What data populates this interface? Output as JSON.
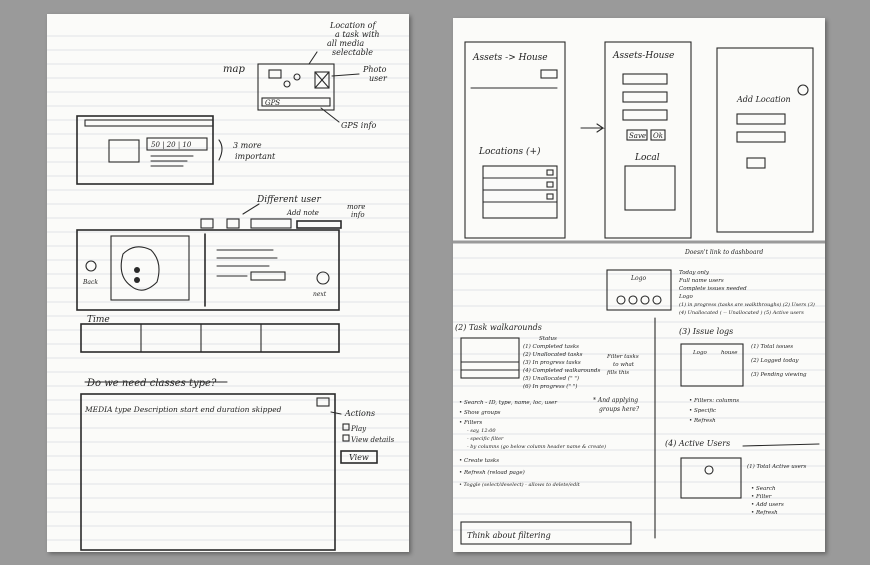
{
  "left_page": {
    "map_label": "map",
    "location_note_1": "Location of",
    "location_note_2": "a task with",
    "location_note_3": "all media",
    "location_note_4": "selectable",
    "photo_user_1": "Photo",
    "photo_user_2": "user",
    "gps_label": "GPS",
    "gps_info": "GPS info",
    "stats": "50 | 20 | 10",
    "more_important_1": "3 more",
    "more_important_2": "important",
    "different_user": "Different user",
    "add_note": "Add note",
    "more_info_1": "more",
    "more_info_2": "info",
    "back_label": "Back",
    "next_label": "next",
    "time_label": "Time",
    "crossed_heading": "Do we need classes type?",
    "table_header": "MEDIA   type   Description   start   end   duration   skipped",
    "actions_label": "Actions",
    "play_label": "Play",
    "view_details_label": "View details",
    "view_button": "View"
  },
  "right_page": {
    "assets_house": "Assets -> House",
    "assets_house_2": "Assets-House",
    "add_location": "Add Location",
    "locations_plus": "Locations (+)",
    "save": "Save",
    "ok": "Ok",
    "local": "Local",
    "doesnt_link": "Doesn't link to dashboard",
    "logo": "Logo",
    "today_info_1": "Today only",
    "today_info_2": "Full name users",
    "today_info_3": "Complete issues needed",
    "today_info_4": "Logo",
    "today_info_5": "(1) in progress (tasks are walkthroughs) (2) Users (3)",
    "today_info_6": "(4) Unallocated ( -- Unallocated ) (5) Active users",
    "task_walkarounds": "(2) Task walkarounds",
    "status": "Status",
    "list_1": "(1) Completed tasks",
    "list_2": "(2) Unallocated tasks",
    "list_3": "(3) In progress tasks",
    "list_4": "(4) Completed walkarounds",
    "list_5": "(5) Unallocated (\" \")",
    "list_6": "(6) In progress (\" \")",
    "filter_note_1": "Filter tasks",
    "filter_note_2": "to what",
    "filter_note_3": "fills this",
    "bullet_1": "• Search - ID, type, name, loc, user",
    "bullet_2": "• Show groups",
    "bullet_3": "• Filters",
    "bullet_3a": "- say, 12:00",
    "bullet_3b": "- specific filter",
    "bullet_3c": "- by columns (go below column header name & create)",
    "bullet_4": "• Create tasks",
    "bullet_5": "• Refresh (reload page)",
    "bullet_6": "• Toggle (select/deselect) - allows to delete/edit",
    "applying_1": "* And applying",
    "applying_2": "groups here?",
    "issue_logs": "(3) Issue logs",
    "logo2": "Logo",
    "house": "house",
    "issue_1": "(1) Total issues",
    "issue_2": "(2) Logged today",
    "issue_3": "(3) Pending viewing",
    "issue_b1": "• Filters: columns",
    "issue_b2": "• Specific",
    "issue_b3": "• Refresh",
    "active_users": "(4) Active Users",
    "total_active_users": "(1) Total Active users",
    "au_b1": "• Search",
    "au_b2": "• Filter",
    "au_b3": "• Add users",
    "au_b4": "• Refresh",
    "think_filtering": "Think about filtering"
  }
}
